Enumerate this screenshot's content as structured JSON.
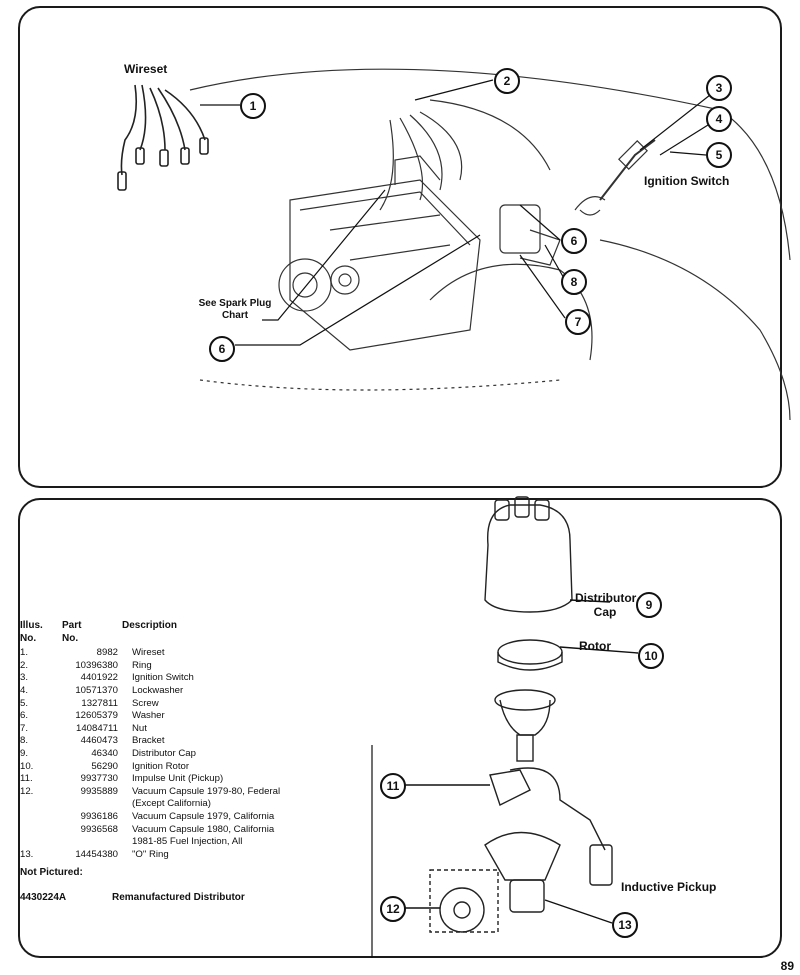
{
  "labels": {
    "wireset": "Wireset",
    "ignition_switch": "Ignition Switch",
    "spark_plug_chart": "See Spark Plug Chart",
    "distributor_cap": "Distributor Cap",
    "rotor": "Rotor",
    "inductive_pickup": "Inductive Pickup"
  },
  "callouts_top": [
    "1",
    "2",
    "3",
    "4",
    "5",
    "6",
    "6",
    "7",
    "8"
  ],
  "callouts_bottom": [
    "9",
    "10",
    "11",
    "12",
    "13"
  ],
  "table": {
    "headers": {
      "illus": "Illus.",
      "part": "Part",
      "no1": "No.",
      "no2": "No.",
      "description": "Description"
    },
    "rows": [
      {
        "no": "1.",
        "part": "8982",
        "desc": "Wireset"
      },
      {
        "no": "2.",
        "part": "10396380",
        "desc": "Ring"
      },
      {
        "no": "3.",
        "part": "4401922",
        "desc": "Ignition Switch"
      },
      {
        "no": "4.",
        "part": "10571370",
        "desc": "Lockwasher"
      },
      {
        "no": "5.",
        "part": "1327811",
        "desc": "Screw"
      },
      {
        "no": "6.",
        "part": "12605379",
        "desc": "Washer"
      },
      {
        "no": "7.",
        "part": "14084711",
        "desc": "Nut"
      },
      {
        "no": "8.",
        "part": "4460473",
        "desc": "Bracket"
      },
      {
        "no": "9.",
        "part": "46340",
        "desc": "Distributor Cap"
      },
      {
        "no": "10.",
        "part": "56290",
        "desc": "Ignition Rotor"
      },
      {
        "no": "11.",
        "part": "9937730",
        "desc": "Impulse Unit (Pickup)"
      },
      {
        "no": "12.",
        "part": "9935889",
        "desc": "Vacuum Capsule 1979-80, Federal"
      },
      {
        "no": "",
        "part": "",
        "desc": "(Except California)"
      },
      {
        "no": "",
        "part": "9936186",
        "desc": "Vacuum Capsule 1979, California"
      },
      {
        "no": "",
        "part": "9936568",
        "desc": "Vacuum Capsule 1980, California"
      },
      {
        "no": "",
        "part": "",
        "desc": "1981-85 Fuel Injection, All"
      },
      {
        "no": "13.",
        "part": "14454380",
        "desc": "\"O\" Ring"
      }
    ],
    "not_pictured_label": "Not Pictured:",
    "not_pictured_part": "4430224A",
    "not_pictured_desc": "Remanufactured Distributor"
  },
  "page_number": "89"
}
